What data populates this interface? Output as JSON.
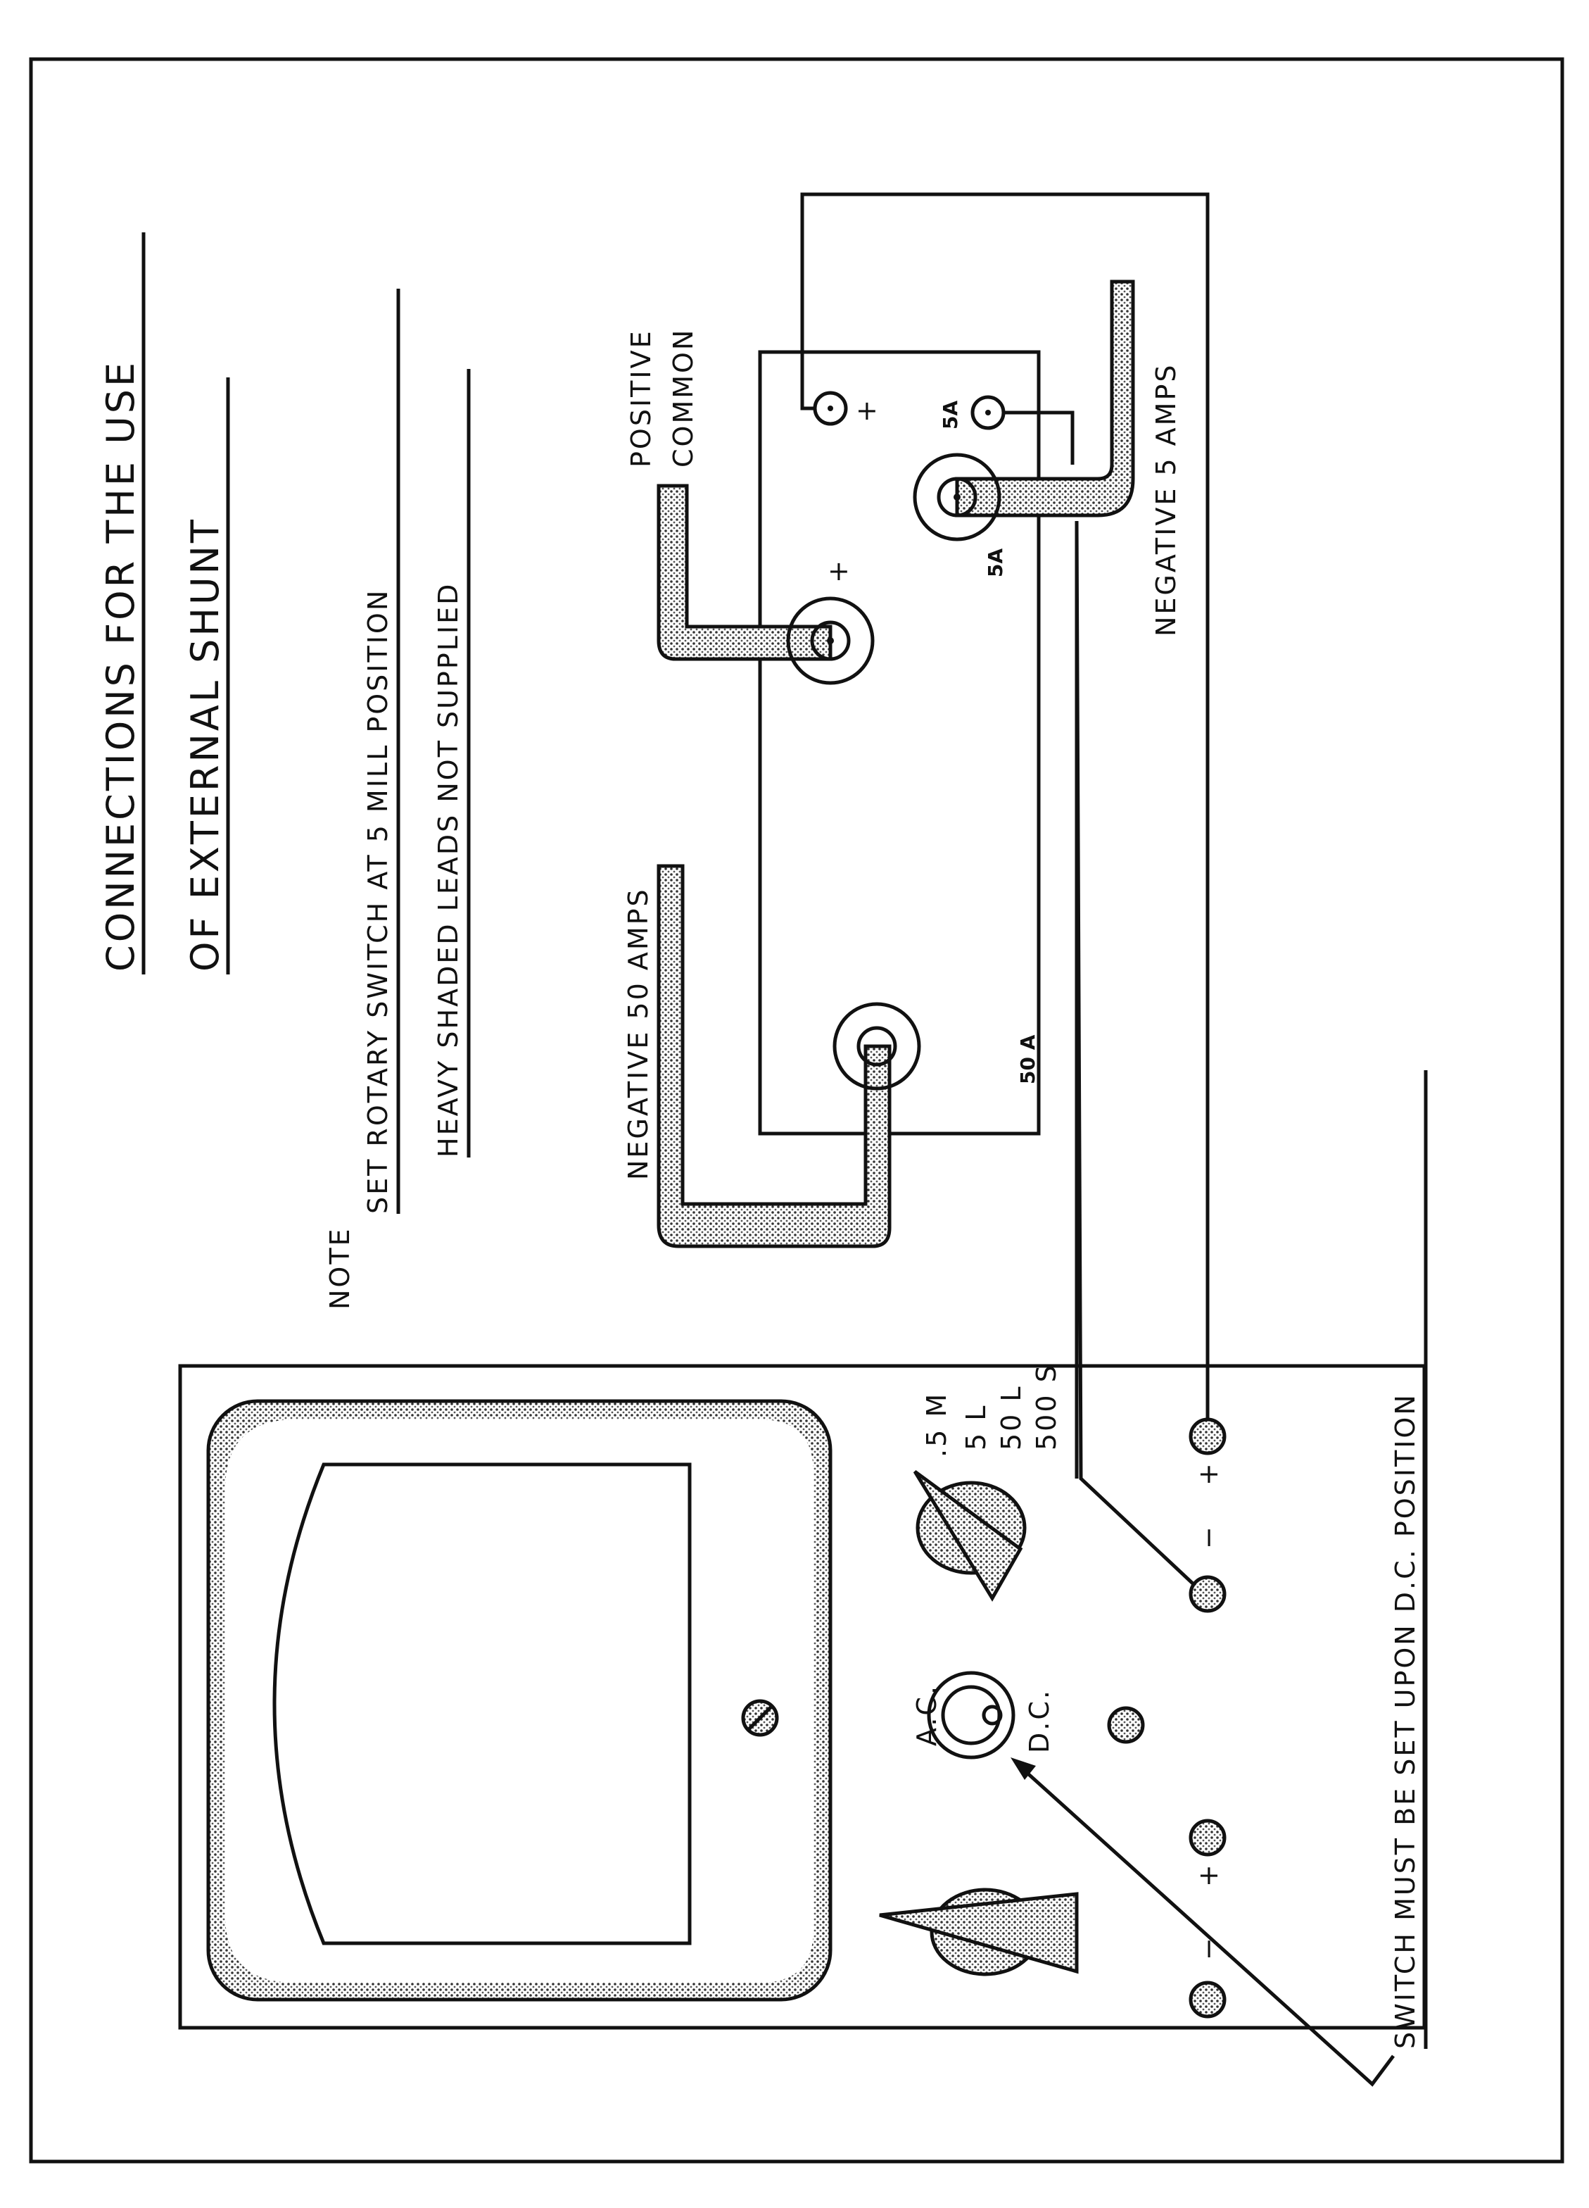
{
  "title": {
    "line1": "CONNECTIONS FOR THE USE",
    "line2": "OF EXTERNAL SHUNT"
  },
  "note": {
    "label": "NOTE",
    "line1": "SET ROTARY SWITCH AT 5 MILL POSITION",
    "line2": "HEAVY SHADED LEADS NOT SUPPLIED"
  },
  "shunt": {
    "positive_common": [
      "POSITIVE",
      "COMMON"
    ],
    "negative_50": "NEGATIVE 50 AMPS",
    "negative_5": "NEGATIVE 5 AMPS",
    "terminal_50a": "50 A",
    "terminal_5a_big": "5A",
    "terminal_5a_small": "5A",
    "plus_small": "+",
    "plus_big": "+"
  },
  "meter": {
    "ac": "A.C.",
    "dc": "D.C.",
    "ranges": [
      ".5 M",
      "5 L",
      "50 L",
      "500 S"
    ],
    "jack_left": {
      "minus": "−",
      "plus": "+"
    },
    "jack_right": {
      "minus": "−",
      "plus": "+"
    }
  },
  "switch_note": "SWITCH MUST BE SET UPON D.C. POSITION"
}
